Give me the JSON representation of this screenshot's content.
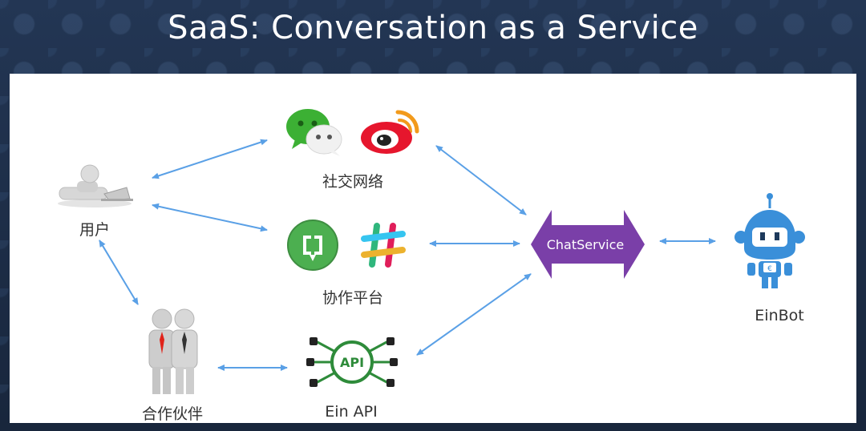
{
  "slide": {
    "title": "SaaS: Conversation as a Service"
  },
  "nodes": {
    "user": {
      "label": "用户"
    },
    "social": {
      "label": "社交网络"
    },
    "collab": {
      "label": "协作平台"
    },
    "partner": {
      "label": "合作伙伴"
    },
    "api": {
      "label": "Ein API",
      "badge": "API"
    },
    "hub": {
      "label": "ChatService"
    },
    "bot": {
      "label": "EinBot",
      "badge": "€"
    }
  },
  "colors": {
    "arrow": "#5aa0e6",
    "hub": "#7a3fa8",
    "wechat": "#3cb034",
    "weibo": "#e6162d",
    "hangouts": "#4caf50",
    "api_green": "#2e8b3a",
    "bot_blue": "#3a8fd9"
  }
}
